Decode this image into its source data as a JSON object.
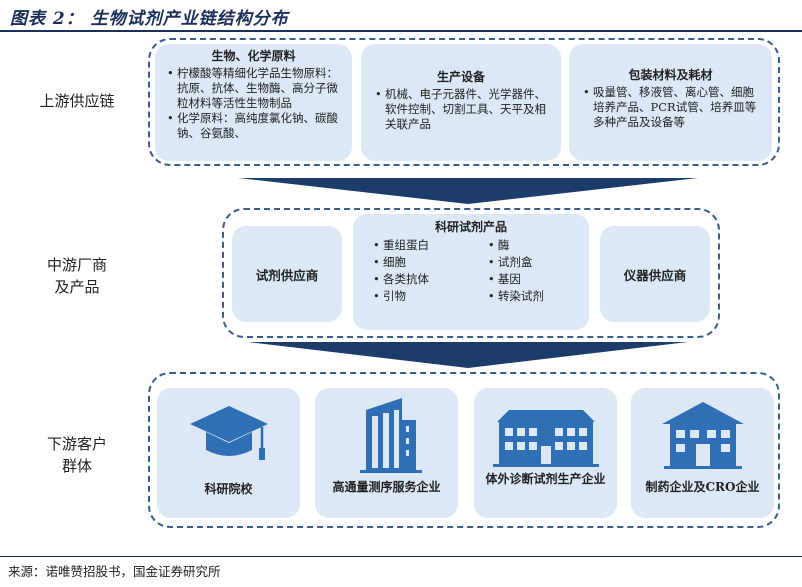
{
  "title": "图表 2：  生物试剂产业链结构分布",
  "upstream": {
    "label": "上游供应链",
    "card1": {
      "heading": "生物、化学原料",
      "items": [
        "柠檬酸等精细化学品生物原料：抗原、抗体、生物酶、高分子微粒材料等活性生物制品",
        "化学原料：高纯度氯化钠、碳酸钠、谷氨酸、"
      ]
    },
    "card2": {
      "heading": "生产设备",
      "items": [
        "机械、电子元器件、光学器件、软件控制、切割工具、天平及相关联产品"
      ]
    },
    "card3": {
      "heading": "包装材料及耗材",
      "items": [
        "吸量管、移液管、离心管、细胞培养产品、PCR试管、培养皿等多种产品及设备等"
      ]
    }
  },
  "midstream": {
    "label_line1": "中游厂商",
    "label_line2": "及产品",
    "left_card": "试剂供应商",
    "center_card": {
      "heading": "科研试剂产品",
      "col1": [
        "重组蛋白",
        "细胞",
        "各类抗体",
        "引物"
      ],
      "col2": [
        "酶",
        "试剂盒",
        "基因",
        "转染试剂"
      ]
    },
    "right_card": "仪器供应商"
  },
  "downstream": {
    "label_line1": "下游客户",
    "label_line2": "群体",
    "cards": [
      {
        "label": "科研院校",
        "icon": "graduation-cap-icon"
      },
      {
        "label": "高通量测序服务企业",
        "icon": "office-building-icon"
      },
      {
        "label": "体外诊断试剂生产企业",
        "icon": "factory-building-icon"
      },
      {
        "label": "制药企业及CRO企业",
        "icon": "house-building-icon"
      }
    ]
  },
  "colors": {
    "navy": "#1c3c6a",
    "card_fill": "#dce8f6",
    "icon_blue": "#2f6fb5",
    "dash": "#3a5e8c"
  },
  "source": "来源：诺唯赞招股书，国金证券研究所"
}
